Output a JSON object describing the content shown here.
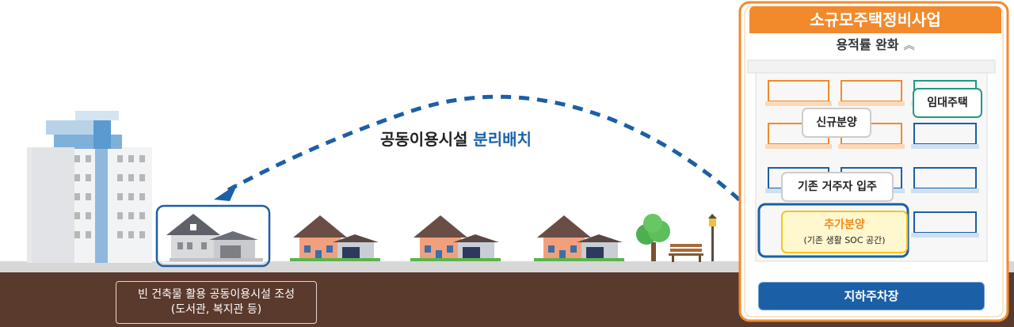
{
  "arc_label": {
    "prefix": "공동이용시설",
    "highlight": "분리배치"
  },
  "caption": {
    "line1": "빈 건축물 활용 공동이용시설 조성",
    "line2": "(도서관, 복지관 등)"
  },
  "panel": {
    "title": "소규모주택정비사업",
    "subtitle": "용적률 완화",
    "subtitle_icon": "double-chevron-up-icon",
    "tags": {
      "rental": "임대주택",
      "new_sale": "신규분양",
      "existing_residents": "기존 거주자 입주",
      "additional_sale": "추가분양",
      "additional_sale_note": "(기존 생활 SOC 공간)"
    },
    "parking": "지하주차장"
  },
  "colors": {
    "accent_orange": "#f28a2c",
    "accent_blue": "#1b5fa6",
    "teal": "#1f9a86",
    "ground_brown": "#5a3a2c",
    "highlight_yellow": "#f5c518"
  }
}
